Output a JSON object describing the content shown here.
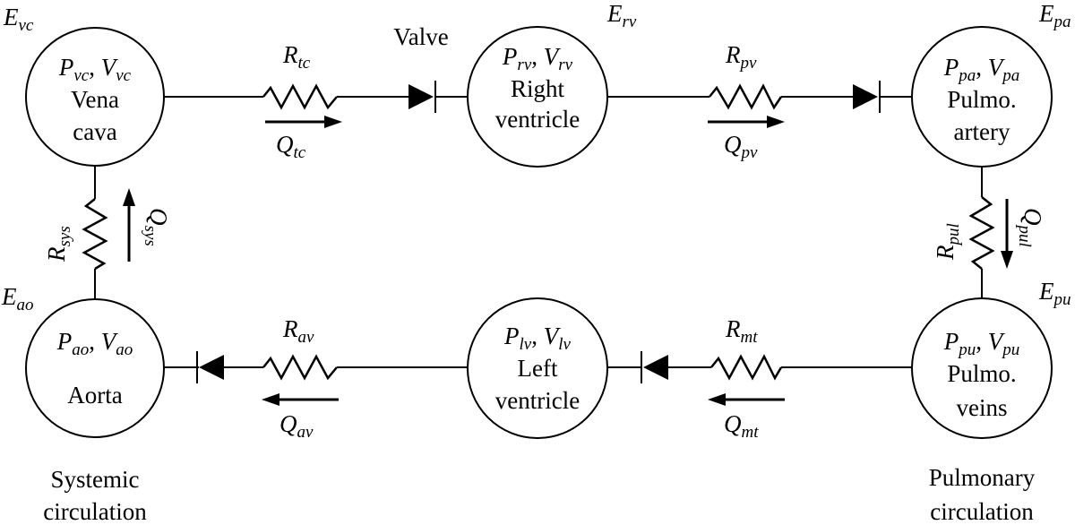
{
  "nodes": {
    "vc": {
      "params": "P_vc, V_vc",
      "line1": "Vena",
      "line2": "cava",
      "elastance": "E_vc"
    },
    "rv": {
      "params": "P_rv, V_rv",
      "line1": "Right",
      "line2": "ventricle",
      "elastance": "E_rv"
    },
    "pa": {
      "params": "P_pa, V_pa",
      "line1": "Pulmo.",
      "line2": "artery",
      "elastance": "E_pa"
    },
    "pu": {
      "params": "P_pu, V_pu",
      "line1": "Pulmo.",
      "line2": "veins",
      "elastance": "E_pu"
    },
    "lv": {
      "params": "P_lv, V_lv",
      "line1": "Left",
      "line2": "ventricle"
    },
    "ao": {
      "params": "P_ao, V_ao",
      "line1": "Aorta",
      "elastance": "E_ao"
    }
  },
  "labels": {
    "valve": "Valve",
    "systemic_line1": "Systemic",
    "systemic_line2": "circulation",
    "pulmonary_line1": "Pulmonary",
    "pulmonary_line2": "circulation"
  },
  "resistors": {
    "tc": {
      "R": "tc",
      "Q": "tc"
    },
    "pv": {
      "R": "pv",
      "Q": "pv"
    },
    "pul": {
      "R": "pul",
      "Q": "pul"
    },
    "mt": {
      "R": "mt",
      "Q": "mt"
    },
    "av": {
      "R": "av",
      "Q": "av"
    },
    "sys": {
      "R": "sys",
      "Q": "sys"
    }
  },
  "symbols": {
    "resistance": "R",
    "flow": "Q",
    "pressure": "P",
    "volume": "V",
    "elastance": "E",
    "sub_vc": "vc",
    "sub_rv": "rv",
    "sub_pa": "pa",
    "sub_pu": "pu",
    "sub_lv": "lv",
    "sub_ao": "ao"
  }
}
